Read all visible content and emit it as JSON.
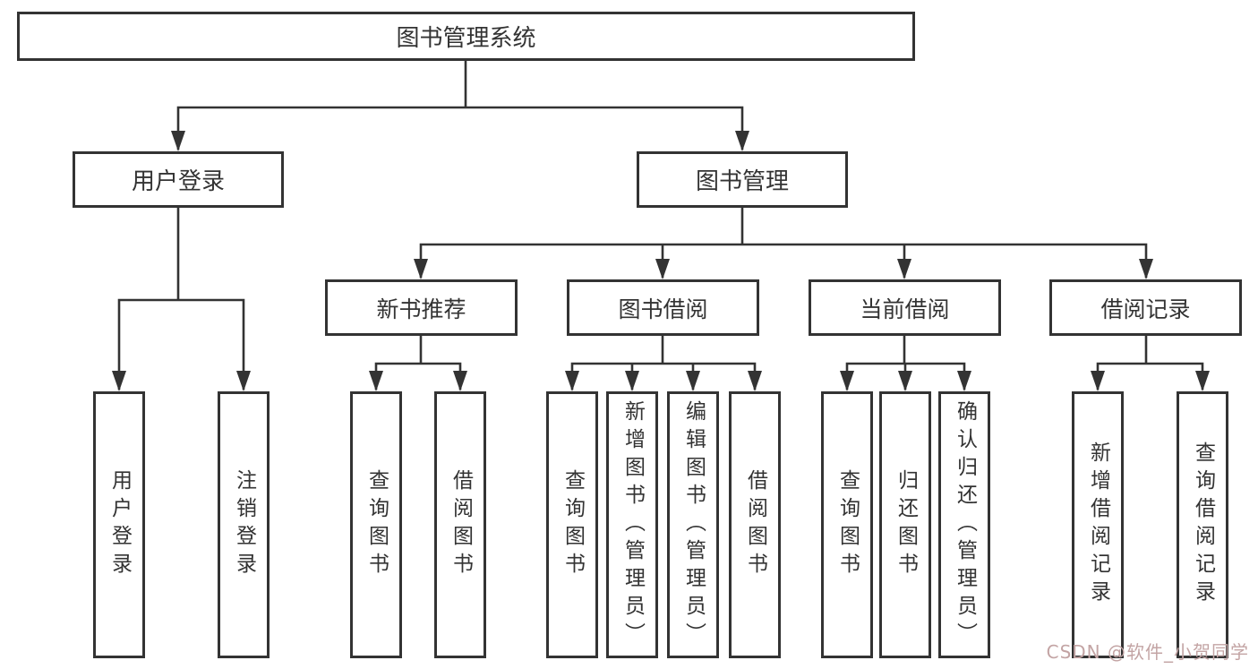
{
  "diagram": {
    "title": "图书管理系统",
    "branches": {
      "login": {
        "label": "用户登录",
        "children": [
          {
            "label": "用户登录"
          },
          {
            "label": "注销登录"
          }
        ]
      },
      "manage": {
        "label": "图书管理",
        "sections": [
          {
            "label": "新书推荐",
            "children": [
              {
                "label": "查询图书"
              },
              {
                "label": "借阅图书"
              }
            ]
          },
          {
            "label": "图书借阅",
            "children": [
              {
                "label": "查询图书"
              },
              {
                "label": "新增图书（管理员）"
              },
              {
                "label": "编辑图书（管理员）"
              },
              {
                "label": "借阅图书"
              }
            ]
          },
          {
            "label": "当前借阅",
            "children": [
              {
                "label": "查询图书"
              },
              {
                "label": "归还图书"
              },
              {
                "label": "确认归还（管理员）"
              }
            ]
          },
          {
            "label": "借阅记录",
            "children": [
              {
                "label": "新增借阅记录"
              },
              {
                "label": "查询借阅记录"
              }
            ]
          }
        ]
      }
    },
    "line_color": "#333333",
    "box_background": "#ffffff"
  },
  "watermark": {
    "text": "CSDN @软件_小贺同学",
    "color": "#c3a4a4"
  }
}
